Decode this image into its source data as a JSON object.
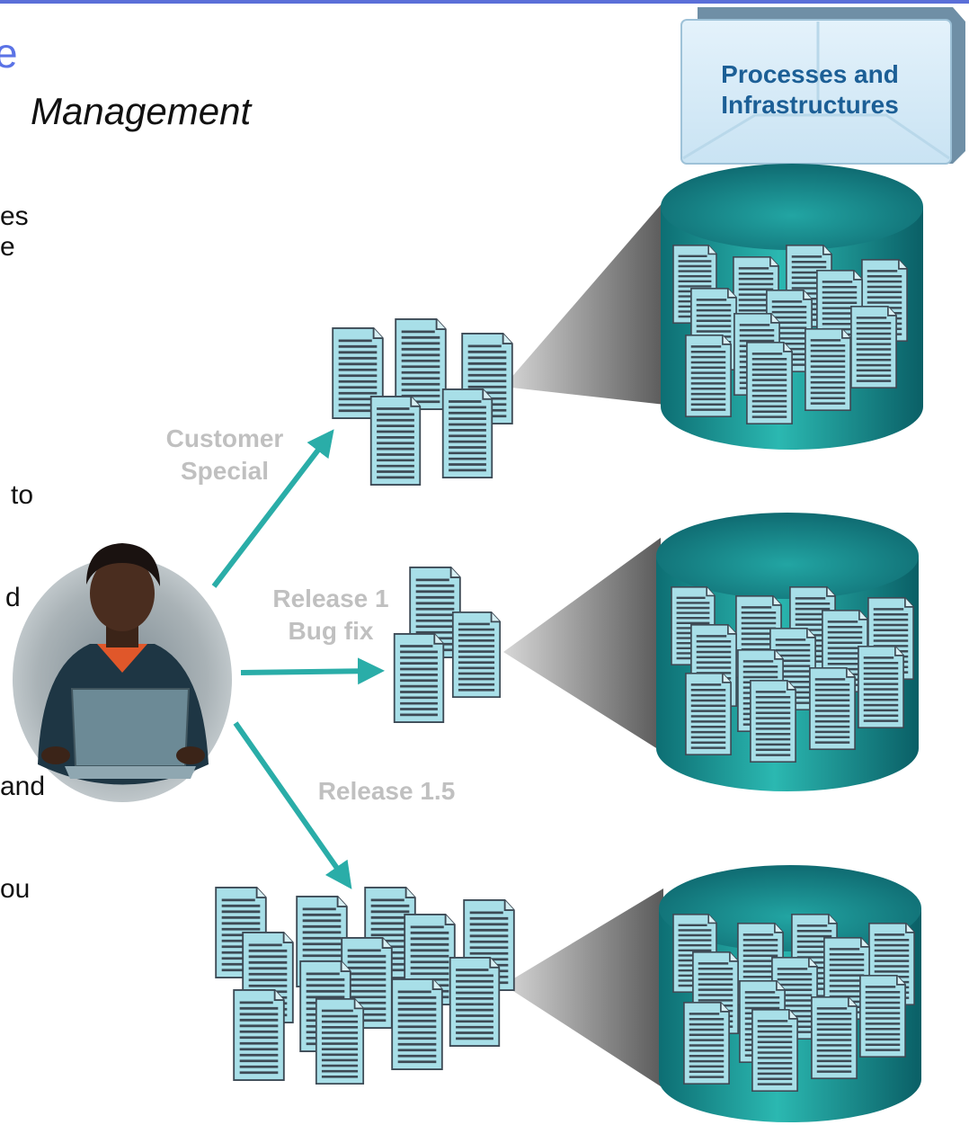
{
  "colors": {
    "top_bar": "#5b6fd8",
    "title": "#5b73e6",
    "arrow": "#2aada8",
    "doc_fill": "#a8dfe8",
    "doc_line": "#3d4a55",
    "db_top": "#147f86",
    "db_body": "#1fa5a0",
    "label_gray": "#c0c0c0",
    "box_text": "#1c5f96"
  },
  "header": {
    "title_fragment": "e",
    "subtitle_fragment": "Management"
  },
  "left_text_fragments": [
    "es",
    "e",
    "to",
    "d",
    "and",
    "ou"
  ],
  "box": {
    "line1": "Processes and",
    "line2": "Infrastructures"
  },
  "arrow_labels": {
    "customer_l1": "Customer",
    "customer_l2": "Special",
    "bugfix_l1": "Release 1",
    "bugfix_l2": "Bug fix",
    "release15": "Release 1.5"
  },
  "icons": {
    "person": "person-with-laptop-photo",
    "document": "document-icon",
    "database": "database-cylinder-icon"
  }
}
